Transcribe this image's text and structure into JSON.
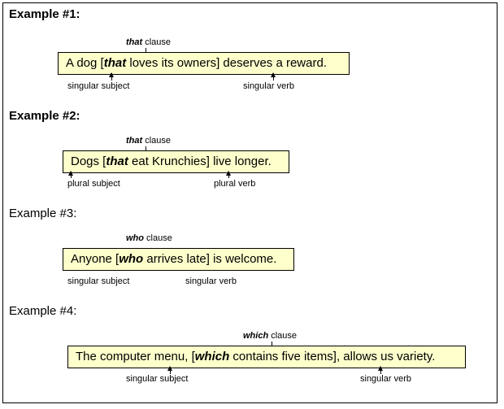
{
  "examples": [
    {
      "heading": "Example #1:",
      "clause_keyword": "that",
      "clause_word": " clause",
      "sentence_before": "A dog [",
      "sentence_keyword": "that",
      "sentence_after": " loves its owners] deserves a reward.",
      "subject_label": "singular subject",
      "verb_label": "singular verb"
    },
    {
      "heading": "Example #2:",
      "clause_keyword": "that",
      "clause_word": " clause",
      "sentence_before": "Dogs [",
      "sentence_keyword": "that",
      "sentence_after": " eat Krunchies] live longer.",
      "subject_label": "plural subject",
      "verb_label": "plural verb"
    },
    {
      "heading": "Example #3:",
      "clause_keyword": "who",
      "clause_word": " clause",
      "sentence_before": "Anyone [",
      "sentence_keyword": "who",
      "sentence_after": " arrives late] is welcome.",
      "subject_label": "singular subject",
      "verb_label": "singular verb"
    },
    {
      "heading": "Example #4:",
      "clause_keyword": "which",
      "clause_word": " clause",
      "sentence_before": "The computer menu, [",
      "sentence_keyword": "which",
      "sentence_after": " contains five items], allows us variety.",
      "subject_label": "singular subject",
      "verb_label": "singular verb"
    }
  ],
  "colors": {
    "sentence_box_fill": "#ffffcc",
    "border": "#000000"
  }
}
